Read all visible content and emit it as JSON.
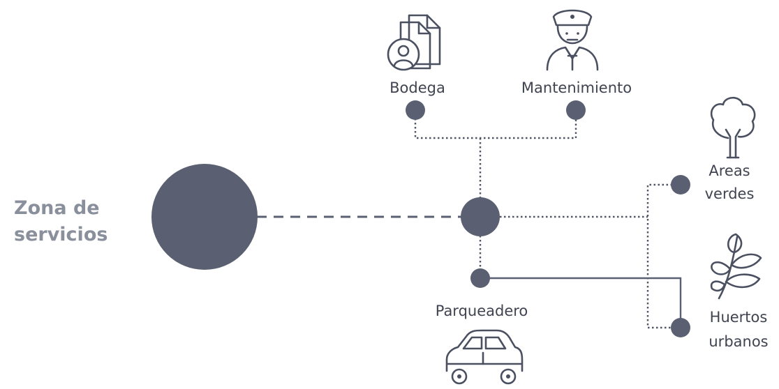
{
  "zone": {
    "title_line1": "Zona de",
    "title_line2": "servicios"
  },
  "nodes": {
    "bodega": {
      "label": "Bodega",
      "icon": "document-person-icon"
    },
    "mantenimiento": {
      "label": "Mantenimiento",
      "icon": "guard-person-icon"
    },
    "areas_verdes": {
      "label_line1": "Areas",
      "label_line2": "verdes",
      "icon": "tree-icon"
    },
    "huertos_urbanos": {
      "label_line1": "Huertos",
      "label_line2": "urbanos",
      "icon": "plant-icon"
    },
    "parqueadero": {
      "label": "Parqueadero",
      "icon": "car-icon"
    }
  },
  "colors": {
    "node": "#5a6072",
    "zone_text": "#8a8f9c",
    "label_text": "#3f4450"
  }
}
